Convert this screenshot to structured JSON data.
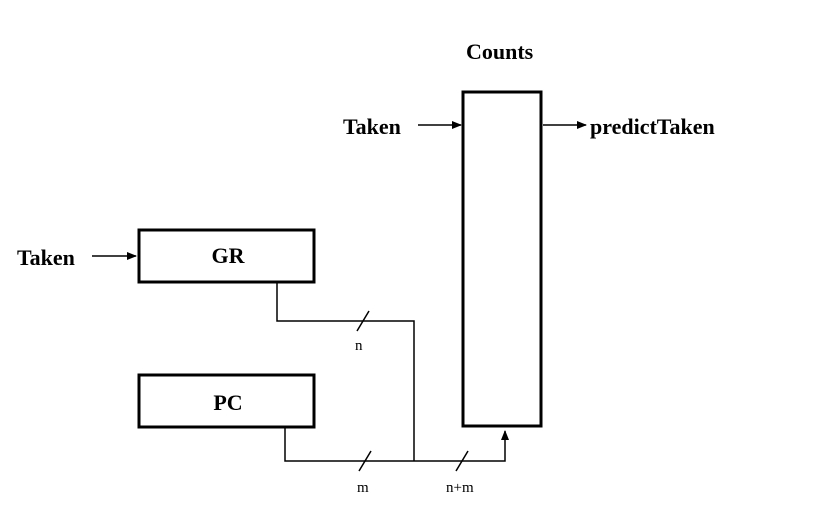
{
  "diagram": {
    "title": "Counts",
    "inputs": {
      "counts_taken": "Taken",
      "gr_taken": "Taken"
    },
    "output": "predictTaken",
    "blocks": {
      "gr": "GR",
      "pc": "PC"
    },
    "bus_labels": {
      "gr_width": "n",
      "pc_width": "m",
      "combined_width": "n+m"
    }
  },
  "colors": {
    "stroke": "#000000",
    "background": "#ffffff"
  }
}
